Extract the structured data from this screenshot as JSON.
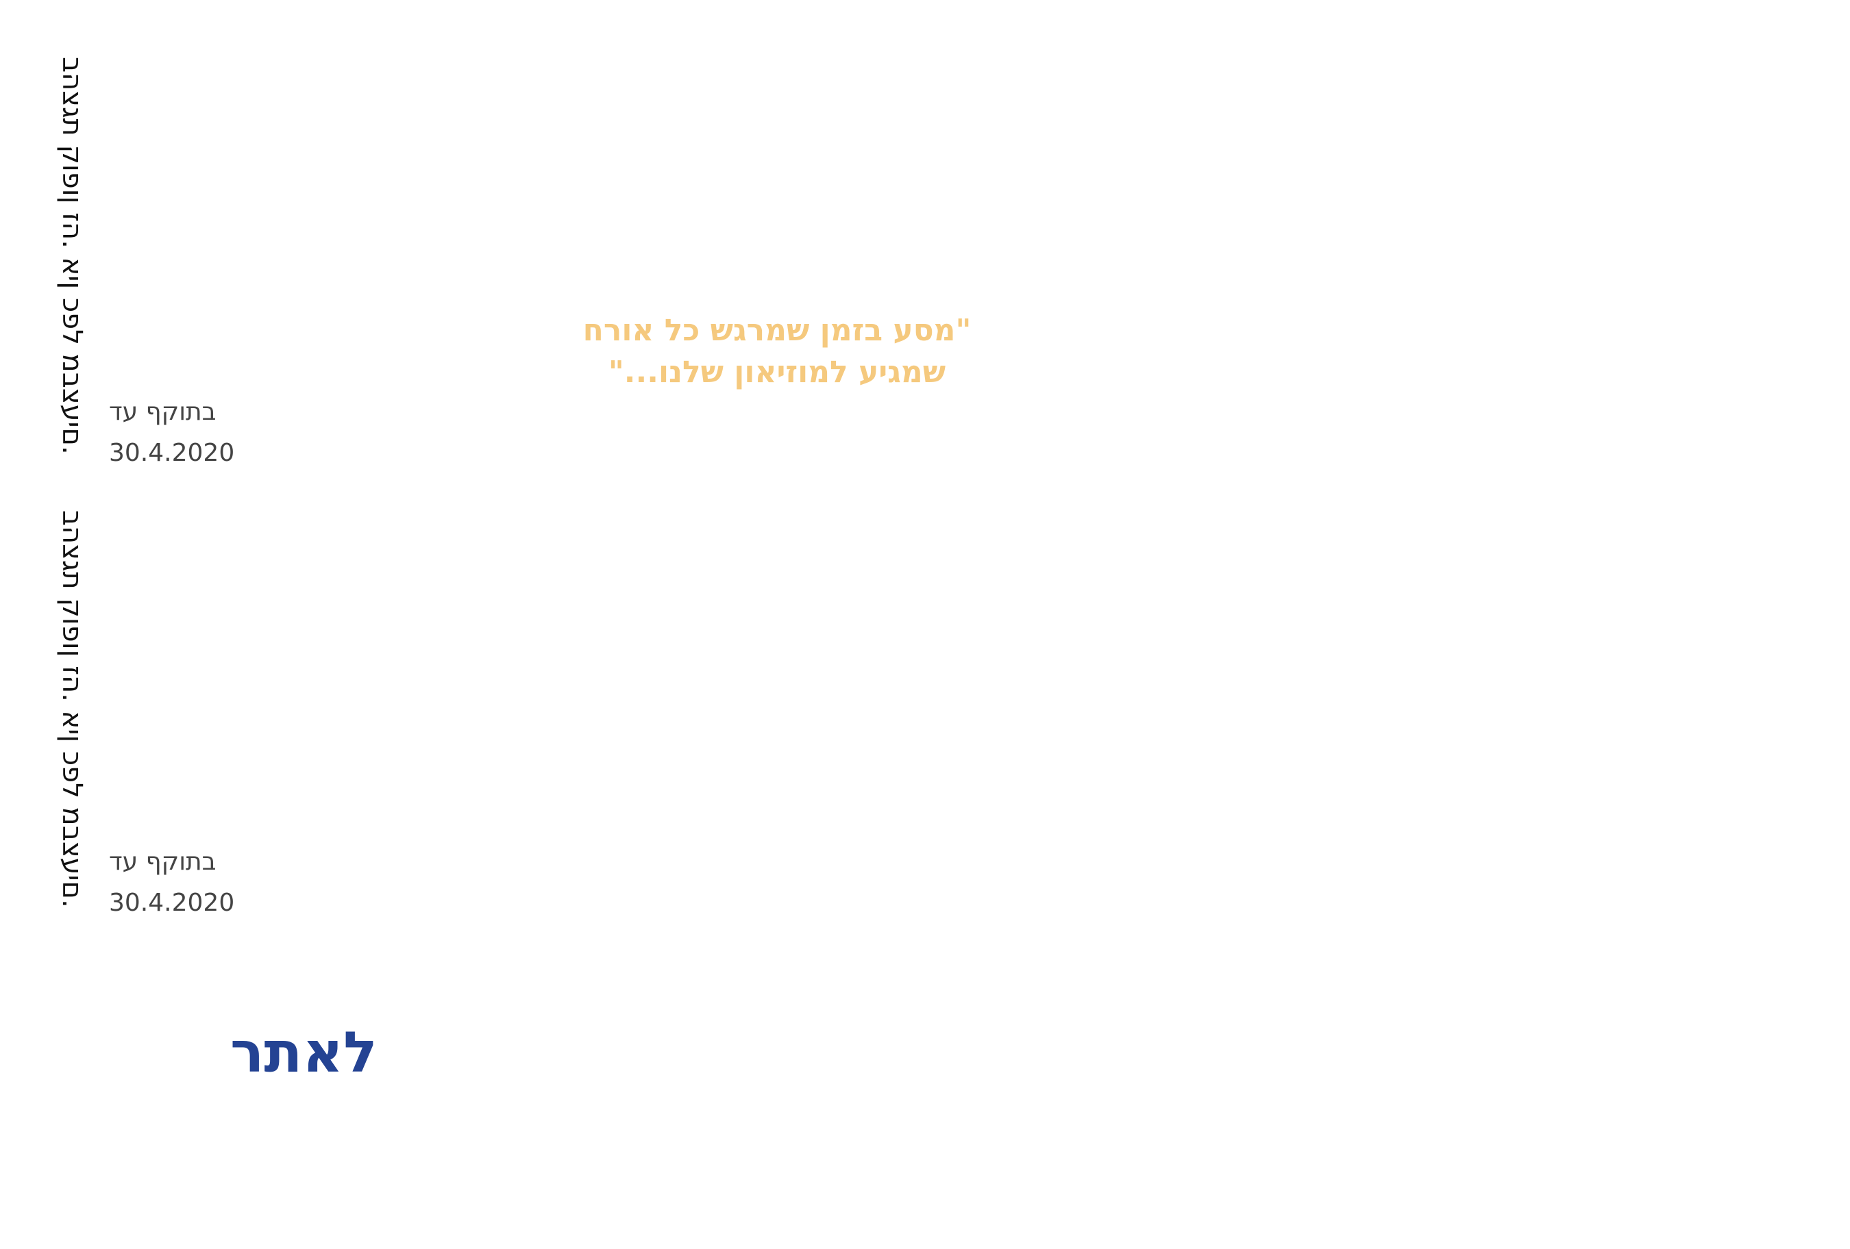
{
  "coupons": [
    {
      "disclaimer": "בהצגת קופון זה. אין כפל מבצעים.",
      "valid_label": "בתוקף עד",
      "valid_date": "30.4.2020"
    },
    {
      "disclaimer": "בהצגת קופון זה. אין כפל מבצעים.",
      "valid_label": "בתוקף עד",
      "valid_date": "30.4.2020"
    }
  ],
  "quote": {
    "line1": "\"מסע בזמן שמרגש כל אורח",
    "line2": "שמגיע למוזיאון שלנו...\""
  },
  "site_link": "לאתר",
  "colors": {
    "quote": "#f5c97e",
    "link": "#244393",
    "text": "#444444"
  }
}
